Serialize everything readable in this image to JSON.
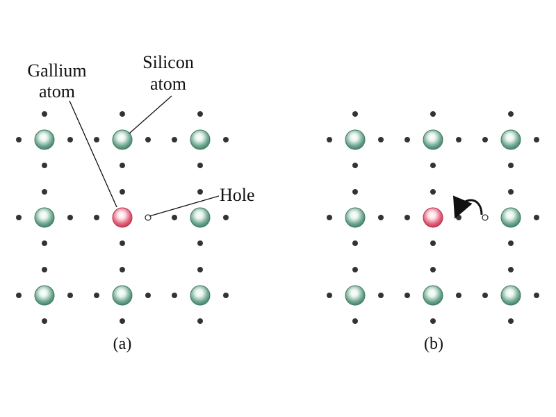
{
  "labels": {
    "gallium_line1": "Gallium",
    "gallium_line2": "atom",
    "silicon_line1": "Silicon",
    "silicon_line2": "atom",
    "hole": "Hole"
  },
  "panels": [
    {
      "label": "(a)",
      "center_atom": "gallium",
      "hole_side": "left"
    },
    {
      "label": "(b)",
      "center_atom": "gallium",
      "hole_side": "right",
      "arrow": "hole-moves-right-to-left"
    }
  ],
  "lattice": {
    "rows": 3,
    "cols": 3
  },
  "colors": {
    "silicon": "#4f8f77",
    "silicon_light": "#e9f5ef",
    "gallium": "#d9475f",
    "gallium_light": "#ffe4ea",
    "electron": "#333333",
    "line": "#111111"
  }
}
